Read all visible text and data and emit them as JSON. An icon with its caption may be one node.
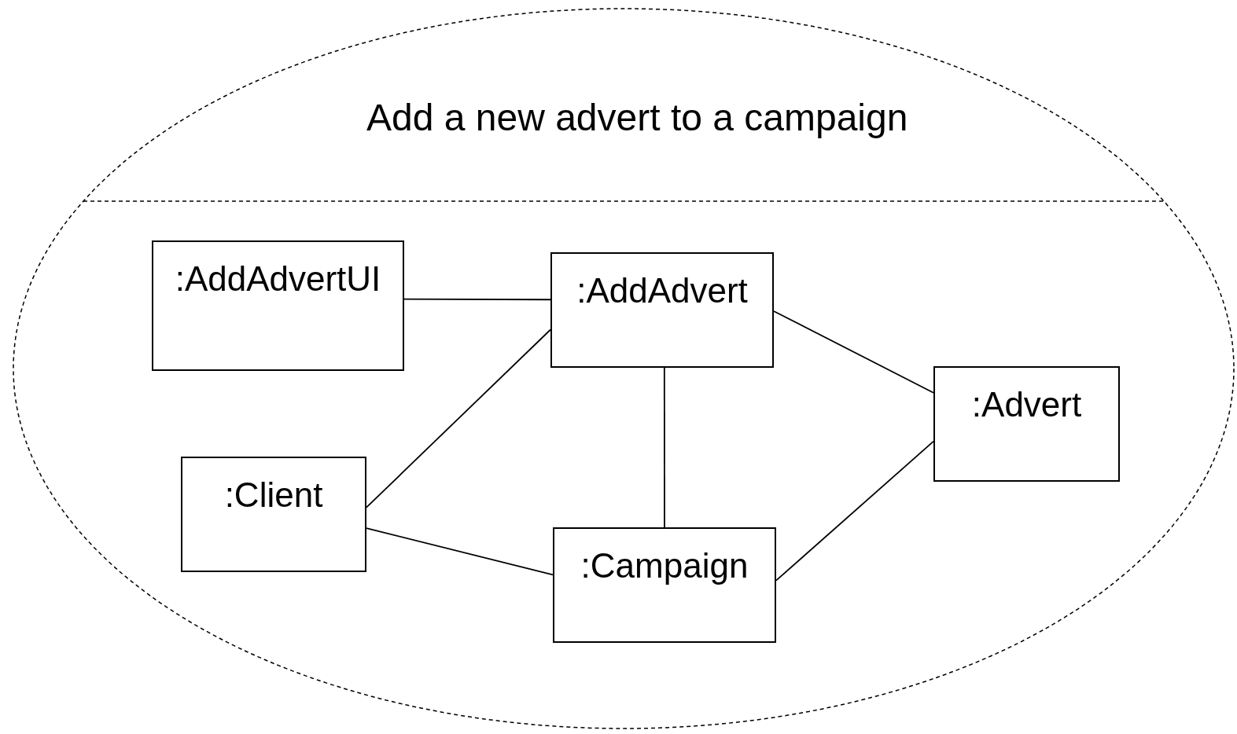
{
  "diagram": {
    "nodes": [
      {
        "text": [
          "Add a new advert to a campaign"
        ]
      },
      {
        "text": [
          ":AddAdvertUI"
        ],
        "in": 0
      },
      {
        "text": [
          ":AddAdvert"
        ],
        "in": 0
      },
      {
        "text": [
          ":Advert"
        ],
        "in": 0
      },
      {
        "text": [
          ":Client"
        ],
        "in": 0
      },
      {
        "text": [
          ":Campaign"
        ],
        "in": 0
      }
    ],
    "edges": [
      {
        "from": 1,
        "to": 2,
        "arrow": "none"
      },
      {
        "from": 2,
        "to": 3,
        "arrow": "none"
      },
      {
        "from": 4,
        "to": 2,
        "arrow": "none"
      },
      {
        "from": 2,
        "to": 5,
        "arrow": "none"
      },
      {
        "from": 4,
        "to": 5,
        "arrow": "none"
      },
      {
        "from": 5,
        "to": 3,
        "arrow": "none"
      }
    ]
  }
}
